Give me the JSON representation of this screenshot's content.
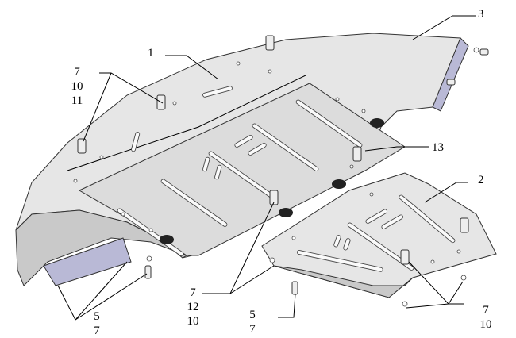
{
  "labels": {
    "part1": "1",
    "part2": "2",
    "part3": "3",
    "part13": "13",
    "group_top_left": [
      "7",
      "10",
      "11"
    ],
    "group_bottom_left": [
      "5",
      "7"
    ],
    "group_middle": [
      "7",
      "12",
      "10"
    ],
    "group_middle_bolt": [
      "5",
      "7"
    ],
    "group_bottom_right": [
      "7",
      "10"
    ]
  },
  "colors": {
    "plate": "#e6e6e6",
    "bracket": "#b9b9d6",
    "plug": "#222222"
  }
}
